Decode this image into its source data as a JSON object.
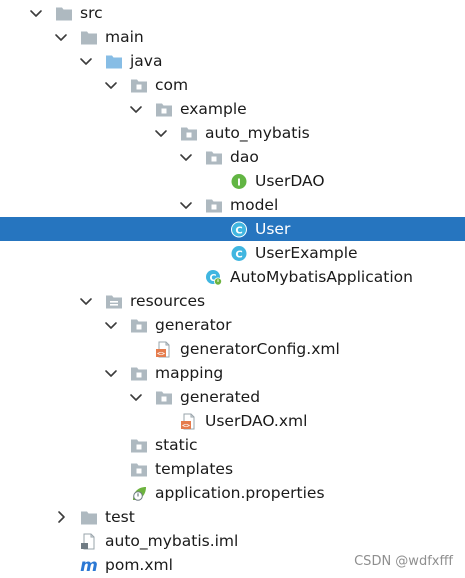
{
  "tree": [
    {
      "name": "src",
      "level": 0,
      "arrow": "down",
      "icon": "folder-icon"
    },
    {
      "name": "main",
      "level": 1,
      "arrow": "down",
      "icon": "folder-icon"
    },
    {
      "name": "java",
      "level": 2,
      "arrow": "down",
      "icon": "source-folder-icon"
    },
    {
      "name": "com",
      "level": 3,
      "arrow": "down",
      "icon": "package-icon"
    },
    {
      "name": "example",
      "level": 4,
      "arrow": "down",
      "icon": "package-icon"
    },
    {
      "name": "auto_mybatis",
      "level": 5,
      "arrow": "down",
      "icon": "package-icon"
    },
    {
      "name": "dao",
      "level": 6,
      "arrow": "down",
      "icon": "package-icon"
    },
    {
      "name": "UserDAO",
      "level": 7,
      "arrow": "none",
      "icon": "interface-icon",
      "badge": "I"
    },
    {
      "name": "model",
      "level": 6,
      "arrow": "down",
      "icon": "package-icon"
    },
    {
      "name": "User",
      "level": 7,
      "arrow": "none",
      "icon": "class-icon",
      "badge": "C",
      "selected": true
    },
    {
      "name": "UserExample",
      "level": 7,
      "arrow": "none",
      "icon": "class-icon",
      "badge": "C"
    },
    {
      "name": "AutoMybatisApplication",
      "level": 6,
      "arrow": "none",
      "icon": "spring-boot-class-icon",
      "badge": "C"
    },
    {
      "name": "resources",
      "level": 2,
      "arrow": "down",
      "icon": "resources-folder-icon"
    },
    {
      "name": "generator",
      "level": 3,
      "arrow": "down",
      "icon": "package-icon"
    },
    {
      "name": "generatorConfig.xml",
      "level": 4,
      "arrow": "none",
      "icon": "xml-file-icon"
    },
    {
      "name": "mapping",
      "level": 3,
      "arrow": "down",
      "icon": "package-icon"
    },
    {
      "name": "generated",
      "level": 4,
      "arrow": "down",
      "icon": "package-icon"
    },
    {
      "name": "UserDAO.xml",
      "level": 5,
      "arrow": "none",
      "icon": "xml-file-icon"
    },
    {
      "name": "static",
      "level": 3,
      "arrow": "none",
      "icon": "package-icon"
    },
    {
      "name": "templates",
      "level": 3,
      "arrow": "none",
      "icon": "package-icon"
    },
    {
      "name": "application.properties",
      "level": 3,
      "arrow": "none",
      "icon": "properties-file-icon"
    },
    {
      "name": "test",
      "level": 1,
      "arrow": "right",
      "icon": "folder-icon"
    },
    {
      "name": "auto_mybatis.iml",
      "level": 1,
      "arrow": "none",
      "icon": "iml-file-icon"
    },
    {
      "name": "pom.xml",
      "level": 1,
      "arrow": "none",
      "icon": "maven-icon",
      "badge": "m"
    }
  ],
  "colors": {
    "selection": "#2675bf",
    "folder": "#aeb9c0",
    "source_folder": "#87bde5",
    "interface_badge": "#62b543",
    "class_badge": "#40b6e0",
    "xml_badge": "#e57b4c",
    "maven": "#2b78d4",
    "spring": "#6db33f"
  },
  "watermark": "CSDN @wdfxfff"
}
